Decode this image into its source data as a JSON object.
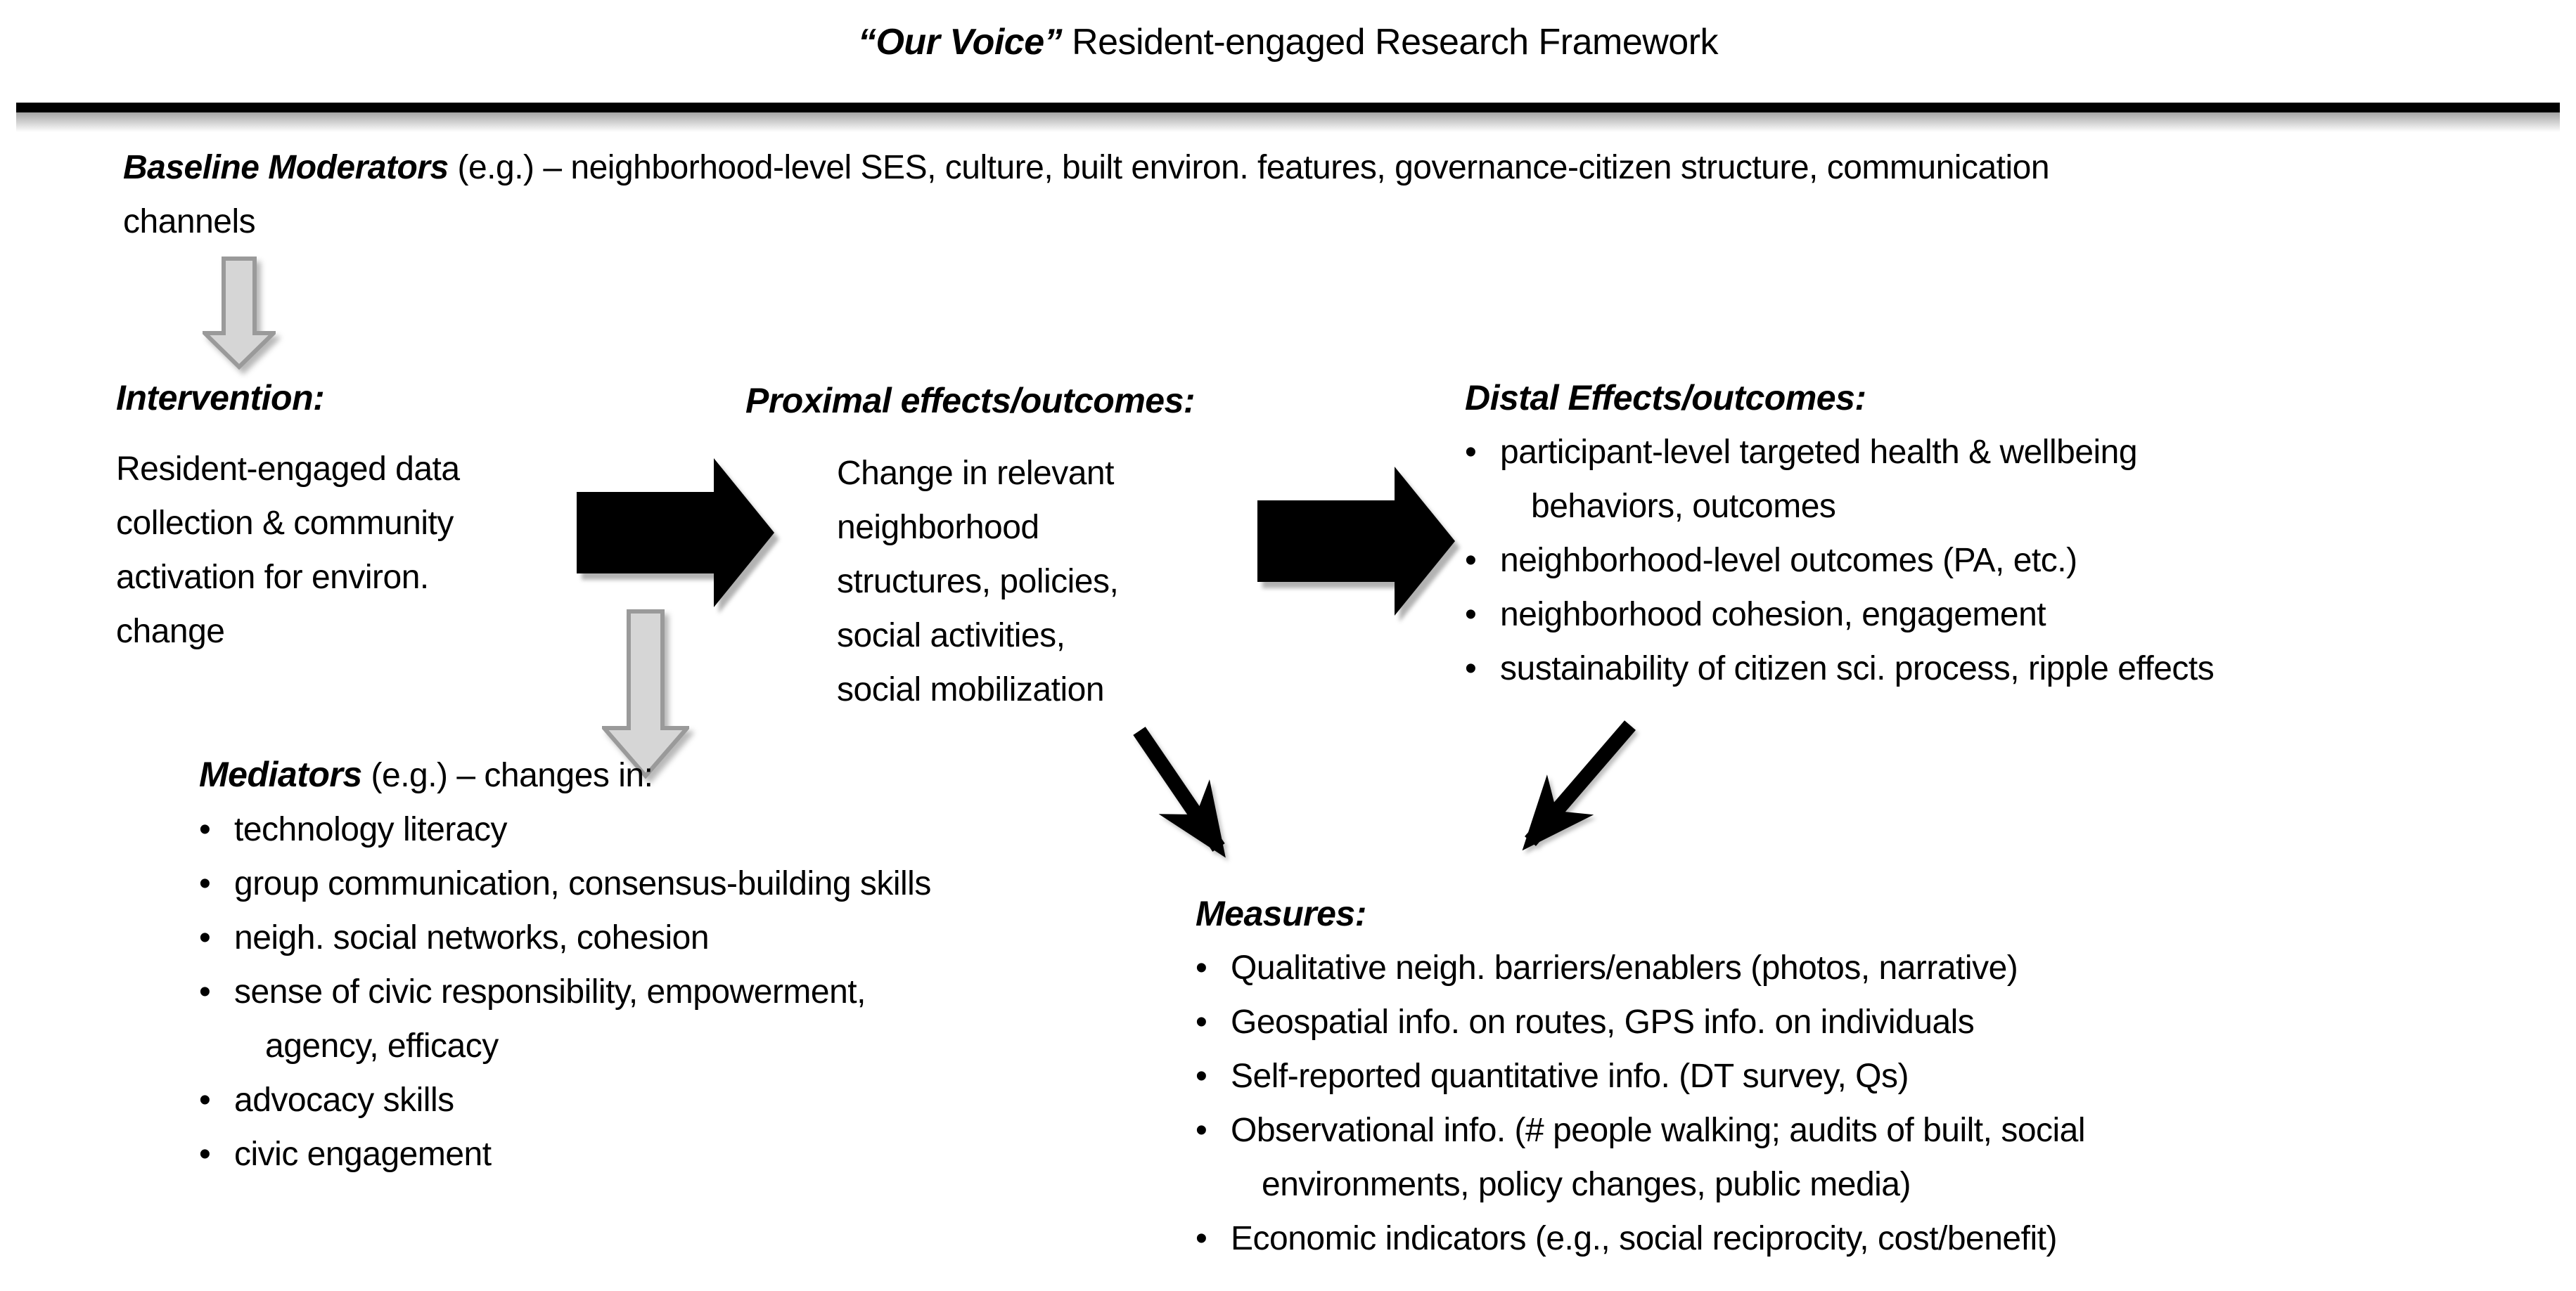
{
  "title": {
    "quoted": "“Our Voice”",
    "rest": " Resident-engaged Research Framework"
  },
  "glyphs": {
    "bullet": "•"
  },
  "baseline": {
    "label": "Baseline Moderators",
    "rest": " (e.g.) – neighborhood-level SES, culture, built environ. features, governance-citizen structure, communication",
    "line2": "channels"
  },
  "intervention": {
    "heading": "Intervention:",
    "lines": [
      "Resident-engaged data",
      "collection & community",
      "activation for environ.",
      "change"
    ]
  },
  "proximal": {
    "heading": "Proximal effects/outcomes:",
    "lines": [
      "Change in relevant",
      "neighborhood",
      "structures, policies,",
      "social activities,",
      "social mobilization"
    ]
  },
  "distal": {
    "heading": "Distal Effects/outcomes:",
    "bullets": [
      {
        "lines": [
          "participant-level targeted health & wellbeing",
          "behaviors, outcomes"
        ]
      },
      {
        "lines": [
          "neighborhood-level outcomes (PA, etc.)"
        ]
      },
      {
        "lines": [
          "neighborhood cohesion, engagement"
        ]
      },
      {
        "lines": [
          "sustainability of citizen sci. process, ripple effects"
        ]
      }
    ]
  },
  "mediators": {
    "label": "Mediators",
    "heading_rest": " (e.g.) – changes in:",
    "bullets": [
      {
        "lines": [
          "technology literacy"
        ]
      },
      {
        "lines": [
          "group communication, consensus-building skills"
        ]
      },
      {
        "lines": [
          "neigh. social networks, cohesion"
        ]
      },
      {
        "lines": [
          "sense of civic responsibility, empowerment,",
          "agency, efficacy"
        ]
      },
      {
        "lines": [
          "advocacy skills"
        ]
      },
      {
        "lines": [
          "civic engagement"
        ]
      }
    ]
  },
  "measures": {
    "heading": "Measures:",
    "bullets": [
      {
        "lines": [
          "Qualitative neigh. barriers/enablers (photos, narrative)"
        ]
      },
      {
        "lines": [
          "Geospatial info. on routes, GPS info. on individuals"
        ]
      },
      {
        "lines": [
          "Self-reported quantitative info. (DT survey, Qs)"
        ]
      },
      {
        "lines": [
          "Observational info. (# people walking; audits of built, social",
          "environments, policy changes, public media)"
        ]
      },
      {
        "lines": [
          "Economic indicators (e.g., social reciprocity, cost/benefit)"
        ]
      }
    ]
  },
  "colors": {
    "text": "#000000",
    "rule": "#000000",
    "black_arrow": "#000000",
    "gray_arrow_fill": "#d6d6d6",
    "gray_arrow_stroke": "#9a9a9a"
  }
}
